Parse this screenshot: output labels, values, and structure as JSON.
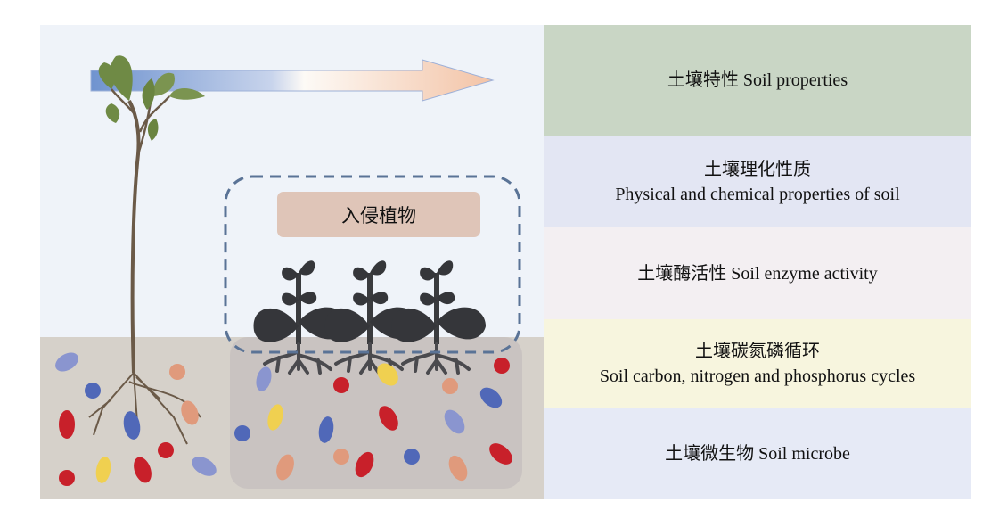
{
  "invasive_label": "入侵植物",
  "properties": [
    {
      "lines": [
        "土壤特性 Soil properties"
      ],
      "color": "#c9d6c5"
    },
    {
      "lines": [
        "土壤理化性质",
        "Physical and chemical properties of soil"
      ],
      "color": "#e3e6f3"
    },
    {
      "lines": [
        "土壤酶活性 Soil enzyme activity"
      ],
      "color": "#f3eff2"
    },
    {
      "lines": [
        "土壤碳氮磷循环",
        "Soil carbon, nitrogen and phosphorus cycles"
      ],
      "color": "#f7f5de"
    },
    {
      "lines": [
        "土壤微生物 Soil microbe"
      ],
      "color": "#e6eaf6"
    }
  ],
  "colors": {
    "sky": "#eff3f9",
    "soil": "#d6d1ca",
    "invaded_soil": "#c9c3c1",
    "dash": "#5a7396"
  }
}
